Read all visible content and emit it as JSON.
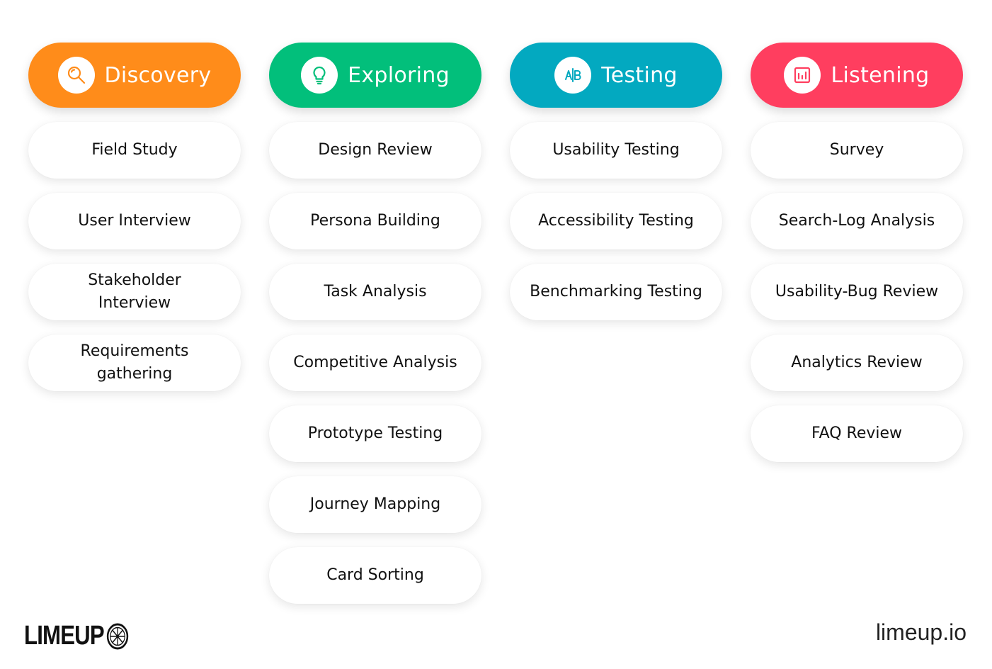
{
  "colors": {
    "discovery": "#FF8C1A",
    "exploring": "#02BF7B",
    "testing": "#03A9C0",
    "listening": "#FF3E5F"
  },
  "columns": [
    {
      "title": "Discovery",
      "icon": "magnifier-icon",
      "color": "#FF8C1A",
      "items": [
        "Field Study",
        "User Interview",
        "Stakeholder Interview",
        "Requirements gathering"
      ]
    },
    {
      "title": "Exploring",
      "icon": "lightbulb-icon",
      "color": "#02BF7B",
      "items": [
        "Design Review",
        "Persona Building",
        "Task Analysis",
        "Competitive Analysis",
        "Prototype Testing",
        "Journey Mapping",
        "Card Sorting"
      ]
    },
    {
      "title": "Testing",
      "icon": "ab-test-icon",
      "color": "#03A9C0",
      "items": [
        "Usability Testing",
        "Accessibility Testing",
        "Benchmarking Testing"
      ]
    },
    {
      "title": "Listening",
      "icon": "bar-chart-icon",
      "color": "#FF3E5F",
      "items": [
        "Survey",
        "Search-Log Analysis",
        "Usability-Bug Review",
        "Analytics Review",
        "FAQ Review"
      ]
    }
  ],
  "footer": {
    "logo_text": "LIMEUP",
    "logo_icon": "lime-slice-icon",
    "site": "limeup.io"
  }
}
